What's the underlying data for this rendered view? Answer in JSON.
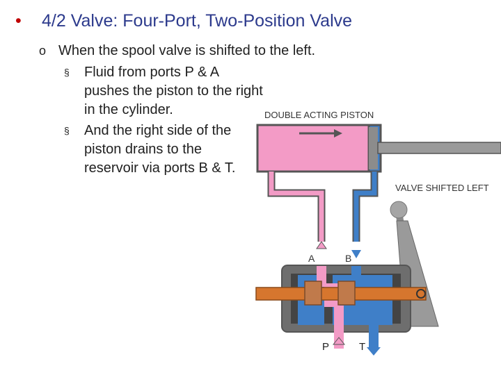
{
  "slide": {
    "title_bullet": "•",
    "title": "4/2 Valve: Four-Port, Two-Position Valve",
    "sub_marker": "o",
    "subheading": "When the spool valve is shifted to the left.",
    "points": [
      {
        "marker": "§",
        "text": "Fluid from ports P & A pushes the piston to the right in the cylinder."
      },
      {
        "marker": "§",
        "text": "And the right side of the piston drains to the reservoir via ports B & T."
      }
    ]
  },
  "diagram": {
    "cylinder_label": "DOUBLE ACTING PISTON",
    "valve_state_label": "VALVE SHIFTED LEFT",
    "port_a": "A",
    "port_b": "B",
    "port_p": "P",
    "port_t": "T",
    "colors": {
      "pressure": "#f39bc6",
      "return": "#3f7fc8",
      "spool": "#d6762e",
      "body": "#7d7d7d",
      "title": "#2c3a8c",
      "title_bullet": "#c00000"
    }
  }
}
